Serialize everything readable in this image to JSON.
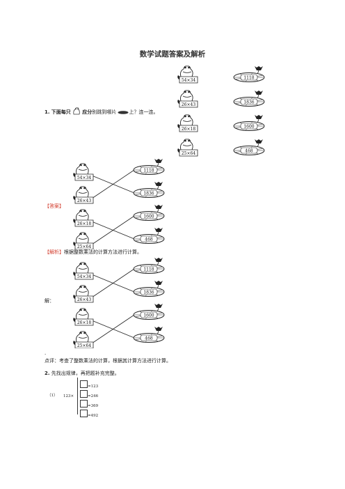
{
  "title": "数学试题答案及解析",
  "q1": {
    "number": "1.",
    "bold_text": "下面每只",
    "bold_text2": "应分",
    "text_a": "别跳到哪片",
    "text_b": "上？连一连。",
    "frogs": [
      "54×34",
      "26×43",
      "26×18",
      "25×64"
    ],
    "pads": [
      "1118",
      "1836",
      "1600",
      "468"
    ]
  },
  "answer_label": "【答案】",
  "analysis_label": "【解析】",
  "analysis_text": "根据整数乘法的计算方法进行计算。",
  "solution_label": "解：",
  "dot": ".",
  "comment": "点评：考查了整数乘法的计算，根据其计算方法进行计算。",
  "q2": {
    "number": "2.",
    "text": "先找出规律，再把题补充完整。",
    "sub_label": "（1）",
    "lhs": "123×",
    "results": [
      "=123",
      "=246",
      "=369",
      "=492"
    ]
  }
}
